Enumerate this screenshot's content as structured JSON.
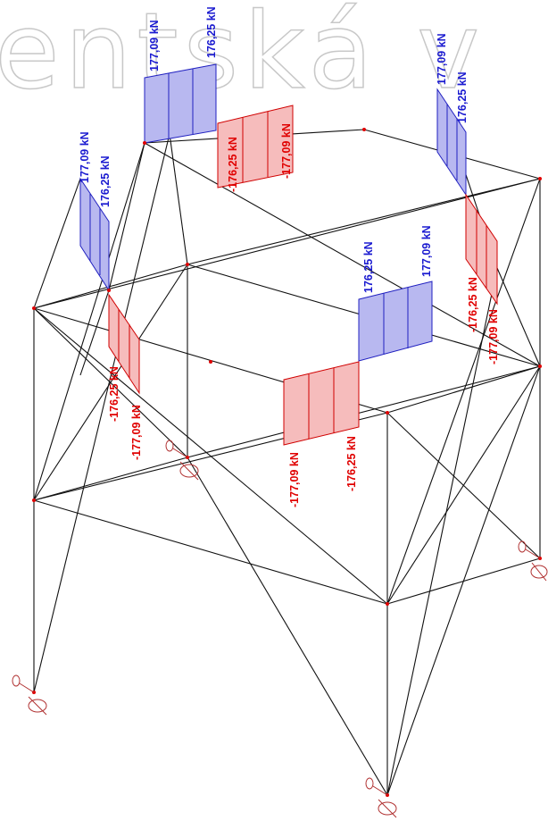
{
  "watermark": "entská v",
  "colors": {
    "positive": "#1a1ad0",
    "negative": "#e00000",
    "frame": "#111111"
  },
  "diagrams": [
    {
      "sign": "positive",
      "labels": [
        "177,09 kN",
        "176,25 kN"
      ]
    },
    {
      "sign": "negative",
      "labels": [
        "-176,25 kN",
        "-177,09 kN"
      ]
    },
    {
      "sign": "positive",
      "labels": [
        "177,09 kN",
        "176,25 kN"
      ]
    },
    {
      "sign": "negative",
      "labels": [
        "-176,25 kN",
        "-177,09 kN"
      ]
    },
    {
      "sign": "positive",
      "labels": [
        "177,09 kN",
        "176,25 kN"
      ]
    },
    {
      "sign": "negative",
      "labels": [
        "-176,25 kN",
        "-177,09 kN"
      ]
    },
    {
      "sign": "positive",
      "labels": [
        "176,25 kN",
        "177,09 kN"
      ]
    },
    {
      "sign": "negative",
      "labels": [
        "-177,09 kN",
        "-176,25 kN"
      ]
    }
  ],
  "supports": [
    "pinned-support-icon",
    "pinned-support-icon",
    "pinned-support-icon",
    "pinned-support-icon"
  ]
}
